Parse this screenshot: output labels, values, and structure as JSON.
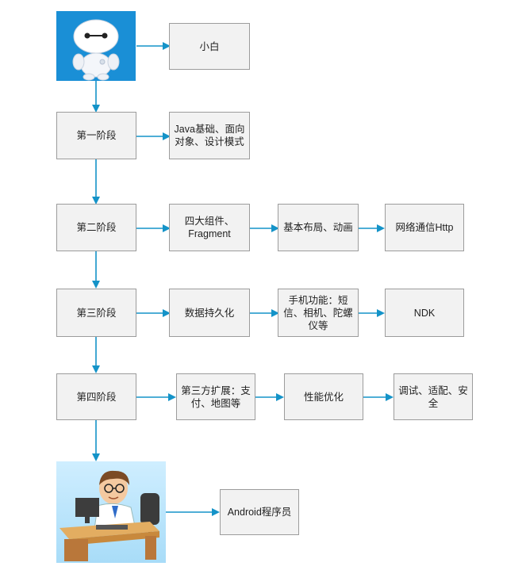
{
  "colors": {
    "arrow": "#1493c8",
    "box_fill": "#f2f2f2",
    "box_border": "#9c9c9c"
  },
  "nodes": {
    "start_label": "小白",
    "stage1": "第一阶段",
    "stage1_topic": "Java基础、面向对象、设计模式",
    "stage2": "第二阶段",
    "stage2_topic1": "四大组件、Fragment",
    "stage2_topic2": "基本布局、动画",
    "stage2_topic3": "网络通信Http",
    "stage3": "第三阶段",
    "stage3_topic1": "数据持久化",
    "stage3_topic2": "手机功能：短信、相机、陀螺仪等",
    "stage3_topic3": "NDK",
    "stage4": "第四阶段",
    "stage4_topic1": "第三方扩展：支付、地图等",
    "stage4_topic2": "性能优化",
    "stage4_topic3": "调试、适配、安全",
    "end_label": "Android程序员"
  },
  "icons": {
    "start": "robot-mascot-icon",
    "end": "programmer-at-desk-icon"
  }
}
